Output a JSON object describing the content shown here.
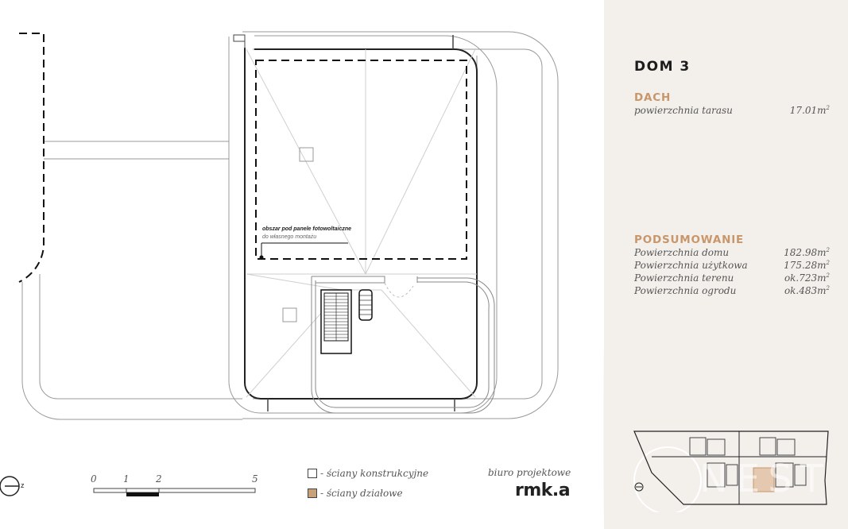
{
  "header": {
    "title": "DOM 3"
  },
  "roof_section": {
    "title": "DACH",
    "rows": [
      {
        "label": "powierzchnia tarasu",
        "value": "17.01m",
        "unit_sup": "2"
      }
    ]
  },
  "summary_section": {
    "title": "PODSUMOWANIE",
    "rows": [
      {
        "label": "Powierzchnia domu",
        "value": "182.98m",
        "unit_sup": "2"
      },
      {
        "label": "Powierzchnia użytkowa",
        "value": "175.28m",
        "unit_sup": "2"
      },
      {
        "label": "Powierzchnia terenu",
        "value": "ok.723m",
        "unit_sup": "2"
      },
      {
        "label": "Powierzchnia ogrodu",
        "value": "ok.483m",
        "unit_sup": "2"
      }
    ]
  },
  "plan": {
    "pv_label": "obszar pod panele fotowoltaiczne",
    "pv_sublabel": "do własnego montażu"
  },
  "north_arrow": {
    "label": "z"
  },
  "scale_bar": {
    "ticks": [
      "0",
      "1",
      "2",
      "5"
    ]
  },
  "legend": {
    "items": [
      {
        "label": "- ściany konstrukcyjne",
        "color": "#ffffff"
      },
      {
        "label": "- ściany działowe",
        "color": "#c8a07a"
      }
    ]
  },
  "branding": {
    "caption": "biuro projektowe",
    "logo": "rmk.a",
    "watermark": "NEST"
  },
  "colors": {
    "accent": "#c8966a",
    "panel_bg": "#f3f0ec"
  }
}
